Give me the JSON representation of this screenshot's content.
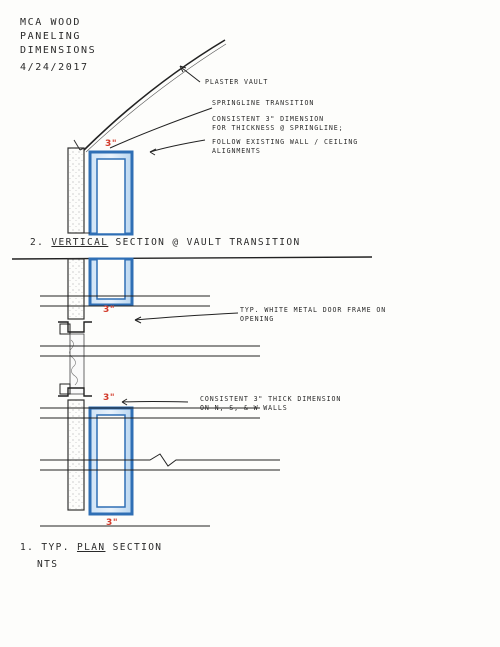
{
  "header": {
    "line1": "MCA WOOD",
    "line2": "PANELING",
    "line3": "DIMENSIONS",
    "date": "4/24/2017"
  },
  "notes": {
    "plaster_vault": "PLASTER VAULT",
    "springline": "SPRINGLINE TRANSITION",
    "consistent_line1": "CONSISTENT 3\" DIMENSION",
    "consistent_line2": "FOR THICKNESS @ SPRINGLINE;",
    "consistent_line3": "FOLLOW EXISTING WALL / CEILING",
    "consistent_line4": "ALIGNMENTS",
    "door_line1": "TYP. WHITE METAL DOOR FRAME ON",
    "door_line2": "OPENING",
    "thick_line1": "CONSISTENT 3\" THICK DIMENSION",
    "thick_line2": "ON N, S, & W WALLS"
  },
  "dimensions": {
    "d1": "3\"",
    "d2": "3\"",
    "d3": "3\"",
    "d4": "3\""
  },
  "titles": {
    "section2_num": "2.",
    "section2_underlined": "VERTICAL",
    "section2_rest": "SECTION @ VAULT TRANSITION",
    "section1_num": "1.",
    "section1_typ": "TYP.",
    "section1_underlined": "PLAN",
    "section1_rest": "SECTION",
    "section1_scale": "NTS"
  },
  "colors": {
    "ink": "#2a2a2a",
    "panel_blue": "#3b82c9",
    "dimension_red": "#d23a2a"
  }
}
